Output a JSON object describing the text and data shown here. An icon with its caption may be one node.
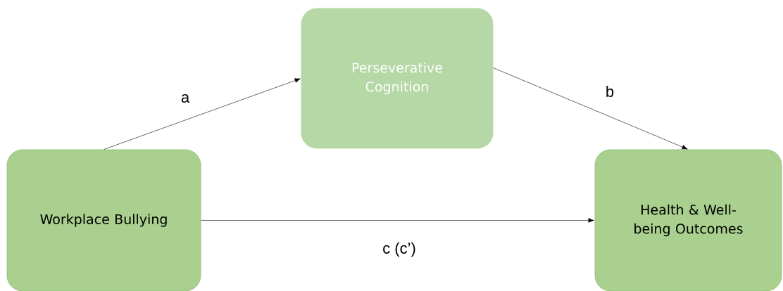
{
  "diagram": {
    "nodes": [
      {
        "text": [
          "Workplace Bullying"
        ]
      },
      {
        "text": [
          "Perseverative Cognition"
        ]
      },
      {
        "text": [
          "Health & Well-being Outcomes"
        ]
      }
    ],
    "edges": [
      {
        "from": 0,
        "to": 1,
        "arrow": "to",
        "label": "a"
      },
      {
        "from": 1,
        "to": 2,
        "arrow": "to",
        "label": "b"
      },
      {
        "from": 0,
        "to": 2,
        "arrow": "to",
        "label": "c (c’)"
      }
    ]
  }
}
